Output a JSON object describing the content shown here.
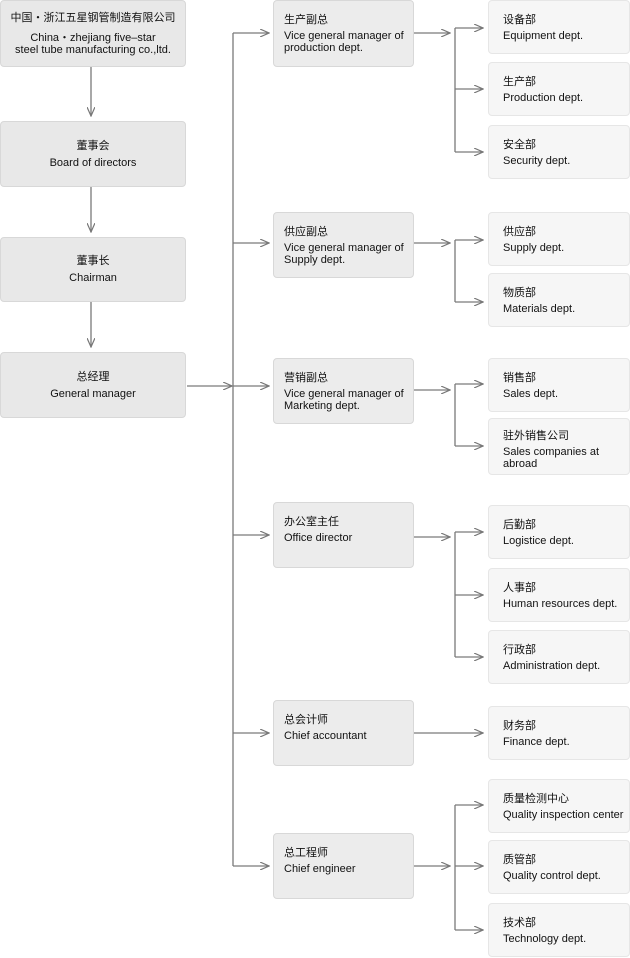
{
  "company": {
    "cn": "中国・浙江五星钢管制造有限公司",
    "en": "China・zhejiang five–star\nsteel tube manufacturing co.,ltd."
  },
  "chain": [
    {
      "id": "board",
      "cn": "董事会",
      "en": "Board of directors"
    },
    {
      "id": "chairman",
      "cn": "董事长",
      "en": "Chairman"
    },
    {
      "id": "gm",
      "cn": "总经理",
      "en": "General manager"
    }
  ],
  "branches": [
    {
      "id": "vp-production",
      "cn": "生产副总",
      "en": "Vice general manager of\nproduction dept.",
      "depts": [
        {
          "id": "equipment",
          "cn": "设备部",
          "en": "Equipment dept."
        },
        {
          "id": "production",
          "cn": "生产部",
          "en": "Production dept."
        },
        {
          "id": "security",
          "cn": "安全部",
          "en": "Security dept."
        }
      ]
    },
    {
      "id": "vp-supply",
      "cn": "供应副总",
      "en": "Vice general manager of\nSupply dept.",
      "depts": [
        {
          "id": "supply",
          "cn": "供应部",
          "en": "Supply dept."
        },
        {
          "id": "materials",
          "cn": "物质部",
          "en": "Materials dept."
        }
      ]
    },
    {
      "id": "vp-marketing",
      "cn": "营销副总",
      "en": "Vice general manager of\nMarketing dept.",
      "depts": [
        {
          "id": "sales",
          "cn": "销售部",
          "en": "Sales dept."
        },
        {
          "id": "sales-abroad",
          "cn": "驻外销售公司",
          "en": "Sales companies at\nabroad"
        }
      ]
    },
    {
      "id": "office-director",
      "cn": "办公室主任",
      "en": "Office director",
      "depts": [
        {
          "id": "logistics",
          "cn": "后勤部",
          "en": "Logistice dept."
        },
        {
          "id": "hr",
          "cn": "人事部",
          "en": "Human resources dept."
        },
        {
          "id": "administration",
          "cn": "行政部",
          "en": "Administration dept."
        }
      ]
    },
    {
      "id": "chief-accountant",
      "cn": "总会计师",
      "en": "Chief accountant",
      "depts": [
        {
          "id": "finance",
          "cn": "财务部",
          "en": "Finance dept."
        }
      ]
    },
    {
      "id": "chief-engineer",
      "cn": "总工程师",
      "en": "Chief engineer",
      "depts": [
        {
          "id": "quality-inspection",
          "cn": "质量检测中心",
          "en": "Quality inspection center"
        },
        {
          "id": "quality-control",
          "cn": "质管部",
          "en": "Quality control dept."
        },
        {
          "id": "technology",
          "cn": "技术部",
          "en": "Technology dept."
        }
      ]
    }
  ]
}
